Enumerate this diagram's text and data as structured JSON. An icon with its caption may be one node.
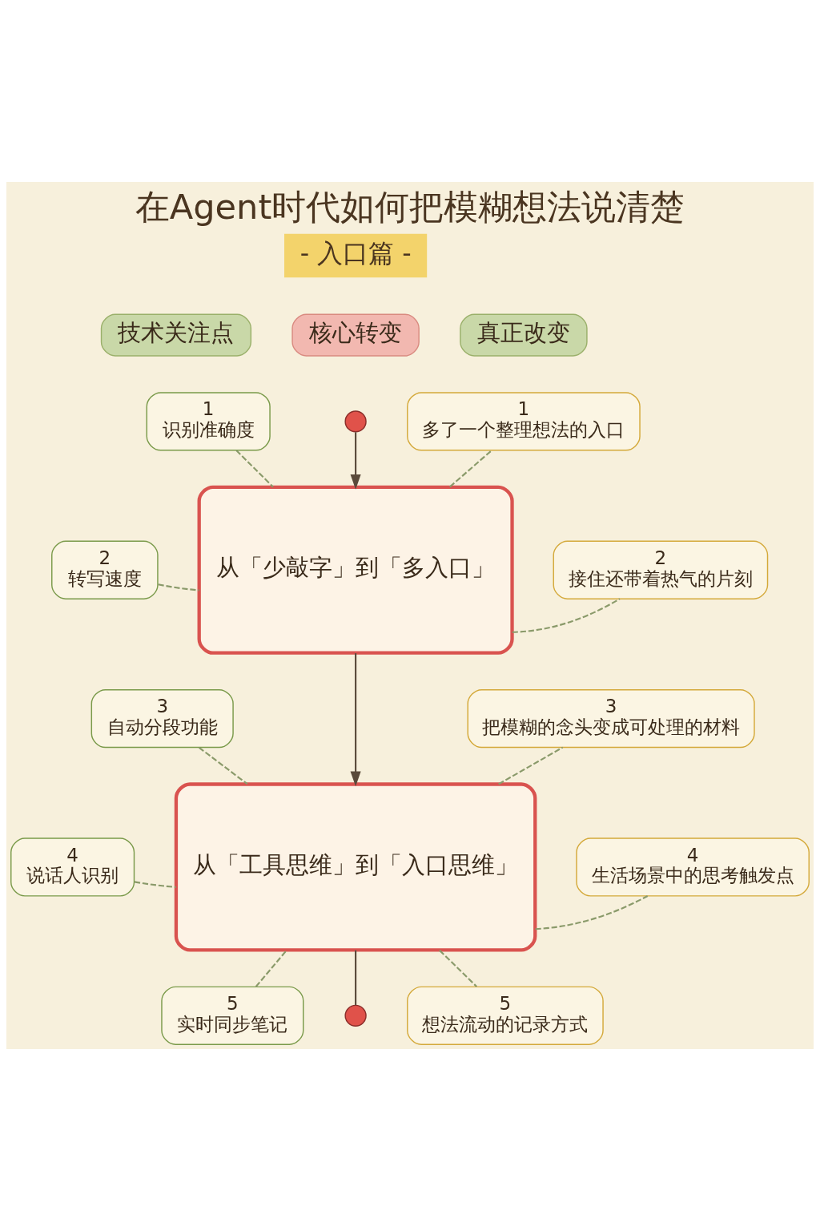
{
  "diagram": {
    "title": "在Agent时代如何把模糊想法说清楚",
    "nodes": [
      {
        "text": [
          "技术关注点"
        ]
      },
      {
        "text": [
          "核心转变"
        ]
      },
      {
        "text": [
          "真正改变"
        ]
      },
      {
        "text": [
          "1",
          "识别准确度"
        ]
      },
      {
        "text": [
          "2",
          "转写速度"
        ]
      },
      {
        "text": [
          "3",
          "自动分段功能"
        ]
      },
      {
        "text": [
          "4",
          "说话人识别"
        ]
      },
      {
        "text": [
          "5",
          "实时同步笔记"
        ]
      },
      {
        "text": [],
        "shape": "circle"
      },
      {
        "text": [
          "从「少敲字」到「多入口」"
        ]
      },
      {
        "text": [
          "从「工具思维」到「入口思维」"
        ]
      },
      {
        "text": [],
        "shape": "circle"
      },
      {
        "text": [
          "1",
          "多了一个整理想法的入口"
        ]
      },
      {
        "text": [
          "2",
          "接住还带着热气的片刻"
        ]
      },
      {
        "text": [
          "3",
          "把模糊的念头变成可处理的材料"
        ]
      },
      {
        "text": [
          "4",
          "生活场景中的思考触发点"
        ]
      },
      {
        "text": [
          "5",
          "想法流动的记录方式"
        ]
      }
    ],
    "edges": [
      {
        "from": 8,
        "to": 9,
        "arrow": "to"
      },
      {
        "from": 9,
        "to": 10,
        "arrow": "to"
      },
      {
        "from": 10,
        "to": 11,
        "arrow": "none"
      },
      {
        "from": 3,
        "to": 9,
        "arrow": "none",
        "style": "dashed"
      },
      {
        "from": 4,
        "to": 9,
        "arrow": "none",
        "style": "dashed"
      },
      {
        "from": 5,
        "to": 10,
        "arrow": "none",
        "style": "dashed"
      },
      {
        "from": 6,
        "to": 10,
        "arrow": "none",
        "style": "dashed"
      },
      {
        "from": 7,
        "to": 10,
        "arrow": "none",
        "style": "dashed"
      },
      {
        "from": 9,
        "to": 12,
        "arrow": "none",
        "style": "dashed"
      },
      {
        "from": 9,
        "to": 13,
        "arrow": "none",
        "style": "dashed"
      },
      {
        "from": 10,
        "to": 14,
        "arrow": "none",
        "style": "dashed"
      },
      {
        "from": 10,
        "to": 15,
        "arrow": "none",
        "style": "dashed"
      },
      {
        "from": 10,
        "to": 16,
        "arrow": "none",
        "style": "dashed"
      }
    ],
    "labels": [
      "- 入口篇 -"
    ]
  }
}
